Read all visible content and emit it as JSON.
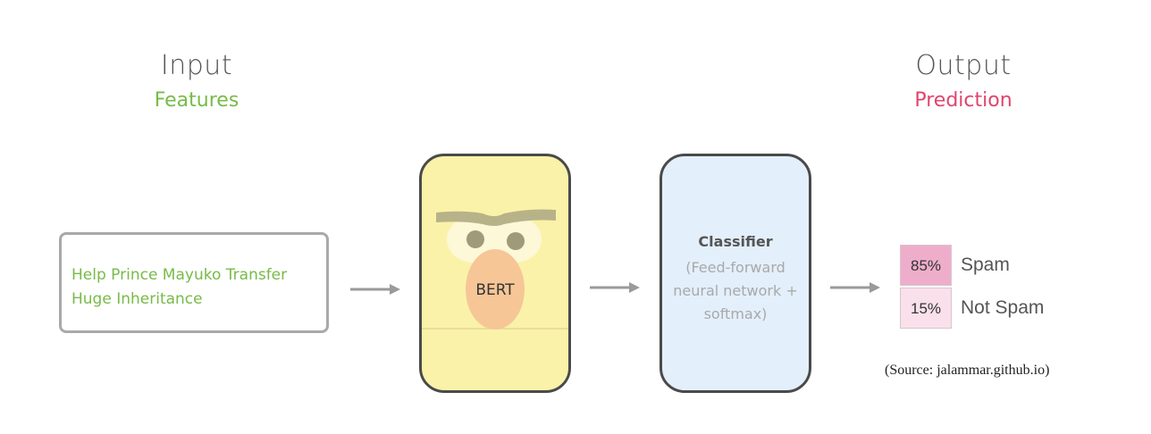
{
  "input": {
    "heading": "Input",
    "subheading": "Features",
    "text": "Help Prince Mayuko Transfer Huge Inheritance"
  },
  "bert": {
    "label": "BERT"
  },
  "classifier": {
    "title": "Classifier",
    "description": "(Feed-forward\nneural network +\nsoftmax)"
  },
  "output": {
    "heading": "Output",
    "subheading": "Prediction",
    "predictions": [
      {
        "percent": "85%",
        "label": "Spam",
        "value": 0.85
      },
      {
        "percent": "15%",
        "label": "Not Spam",
        "value": 0.15
      }
    ]
  },
  "source": "(Source: jalammar.github.io)",
  "colors": {
    "features_green": "#77bb48",
    "prediction_pink": "#e0446e",
    "bert_yellow": "#fbf2a9",
    "classifier_blue": "#e3effb",
    "spam_cell": "#eeaecb",
    "not_spam_cell": "#f9e0ea",
    "arrow_gray": "#9a9a9a"
  }
}
